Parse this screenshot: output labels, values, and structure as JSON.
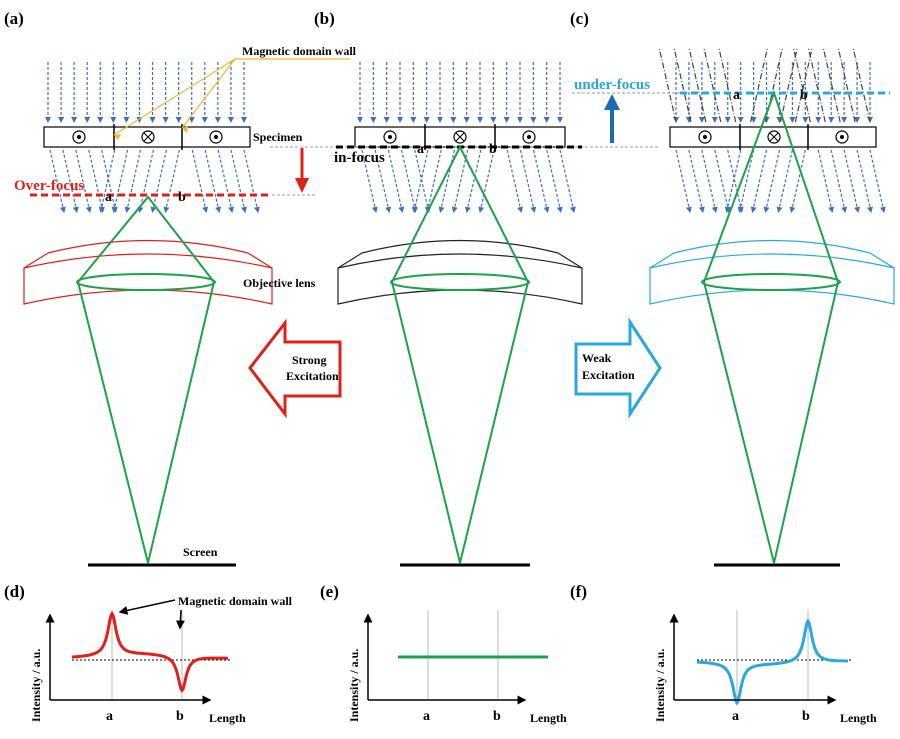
{
  "panel_labels": {
    "a": "(a)",
    "b": "(b)",
    "c": "(c)",
    "d": "(d)",
    "e": "(e)",
    "f": "(f)"
  },
  "labels": {
    "domain_wall": "Magnetic domain wall",
    "specimen": "Specimen",
    "over_focus": "Over-focus",
    "in_focus": "in-focus",
    "under_focus": "under-focus",
    "objective_lens": "Objective lens",
    "screen": "Screen",
    "strong_1": "Strong",
    "strong_2": "Excitation",
    "weak_1": "Weak",
    "weak_2": "Excitation",
    "domain_wall_plot": "Magnetic domain wall"
  },
  "points": {
    "a": "a",
    "b": "b"
  },
  "axes": {
    "ylabel": "Intensity / a.u.",
    "xlabel": "Length"
  },
  "colors": {
    "over_focus": "#e0201b",
    "under_focus": "#29a8e0",
    "beam": "#1ca24a",
    "rays": "#3c6fc4",
    "lens_black": "#222222",
    "domain_leader": "#f0b92b",
    "strong_arrow": "#e0201b",
    "weak_arrow": "#29a8e0",
    "under_arrow": "#1a6ab8"
  },
  "icons": {
    "dot_domain": "dot-in-circle-icon",
    "cross_domain": "cross-in-circle-icon"
  },
  "profiles": {
    "d": {
      "peak_at": "a",
      "dip_at": "b"
    },
    "e": {
      "flat": true
    },
    "f": {
      "dip_at": "a",
      "peak_at": "b"
    }
  }
}
